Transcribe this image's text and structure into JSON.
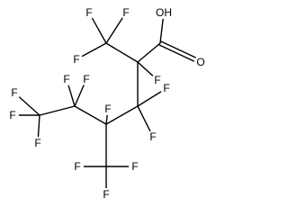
{
  "molecule": {
    "labels": {
      "hydroxyl": "OH",
      "oxygen": "O",
      "fluorine": "F"
    },
    "colors": {
      "bond": "#000000",
      "text": "#000000",
      "background": "#ffffff"
    }
  }
}
